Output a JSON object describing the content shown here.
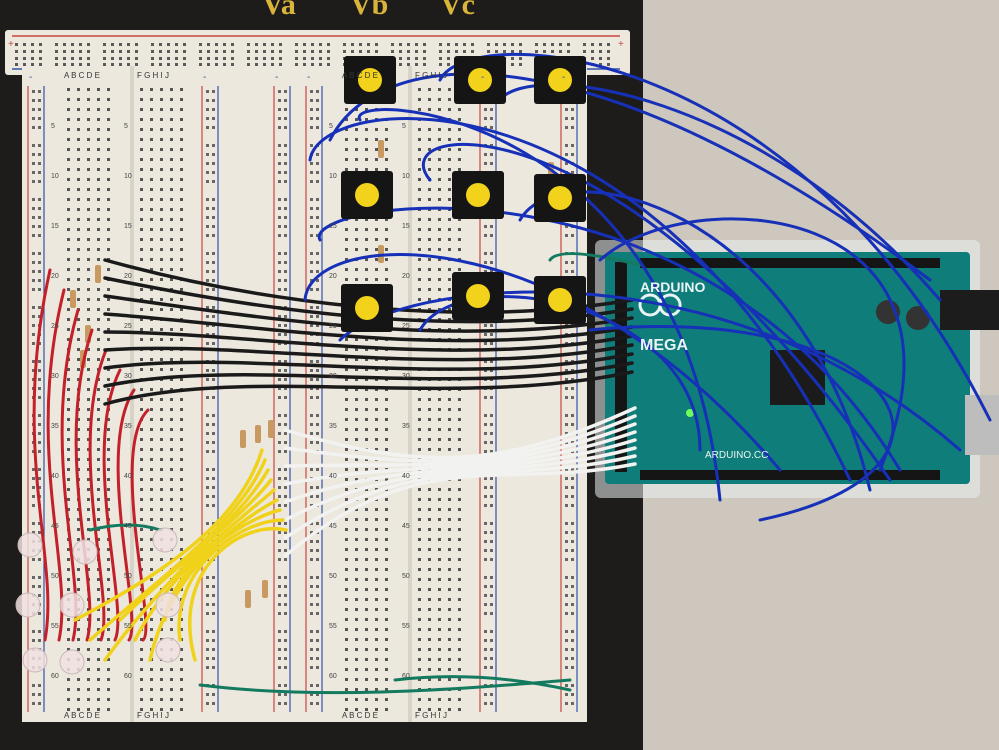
{
  "header_labels": [
    "Va",
    "Vb",
    "Vc"
  ],
  "breadboard": {
    "column_groups": [
      "A B C D E",
      "F G H I J"
    ],
    "row_numbers": [
      "5",
      "10",
      "15",
      "20",
      "25",
      "30",
      "35",
      "40",
      "45",
      "50",
      "55",
      "60"
    ],
    "rail_marks": [
      "+",
      "-"
    ]
  },
  "arduino": {
    "name": "ARDUINO",
    "model": "MEGA",
    "site": "ARDUINO.CC"
  },
  "colors": {
    "base": "#1e1c1a",
    "wall": "#cdc7bd",
    "breadboard": "#ece8de",
    "arduino_pcb": "#0f7d7a",
    "wire_blue": "#1730b8",
    "wire_black": "#1a1a1a",
    "wire_white": "#f2f2f0",
    "wire_yellow": "#f0d21a",
    "wire_red": "#c4202a",
    "wire_green": "#137a60",
    "button_cap": "#f2d21a"
  }
}
